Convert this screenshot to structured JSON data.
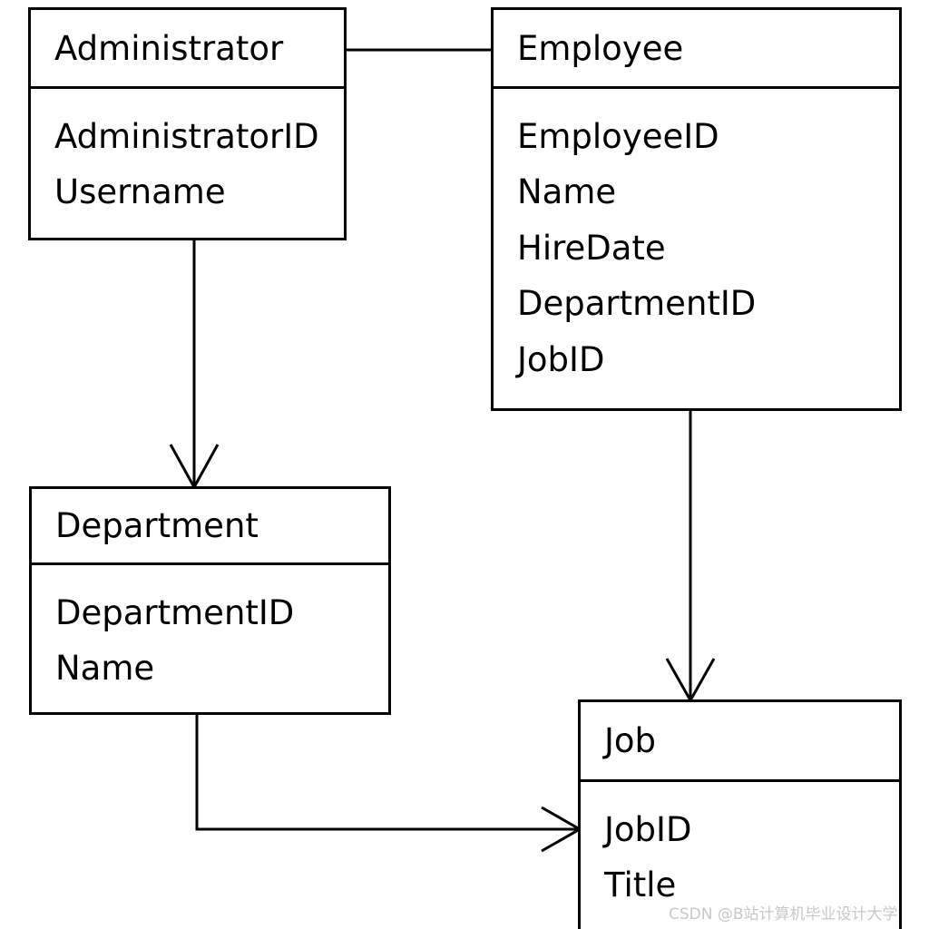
{
  "diagram": {
    "type": "er-diagram",
    "notation": "crow-foot",
    "background_color": "#ffffff",
    "line_color": "#000000",
    "text_color": "#000000"
  },
  "entities": [
    {
      "id": "administrator",
      "name": "Administrator",
      "attributes": [
        "AdministratorID",
        "Username"
      ]
    },
    {
      "id": "employee",
      "name": "Employee",
      "attributes": [
        "EmployeeID",
        "Name",
        "HireDate",
        "DepartmentID",
        "JobID"
      ]
    },
    {
      "id": "department",
      "name": "Department",
      "attributes": [
        "DepartmentID",
        "Name"
      ]
    },
    {
      "id": "job",
      "name": "Job",
      "attributes": [
        "JobID",
        "Title"
      ]
    }
  ],
  "relationships": [
    {
      "id": "administrator-employee",
      "from": "Administrator",
      "to": "Employee",
      "from_marker": "none",
      "to_marker": "none"
    },
    {
      "id": "administrator-department",
      "from": "Administrator",
      "to": "Department",
      "from_marker": "none",
      "to_marker": "crow-foot"
    },
    {
      "id": "employee-job",
      "from": "Employee",
      "to": "Job",
      "from_marker": "none",
      "to_marker": "crow-foot"
    },
    {
      "id": "department-job",
      "from": "Department",
      "to": "Job",
      "from_marker": "none",
      "to_marker": "crow-foot"
    }
  ],
  "watermark": {
    "text": "CSDN @B站计算机毕业设计大学",
    "color": "#c8c8c8"
  }
}
